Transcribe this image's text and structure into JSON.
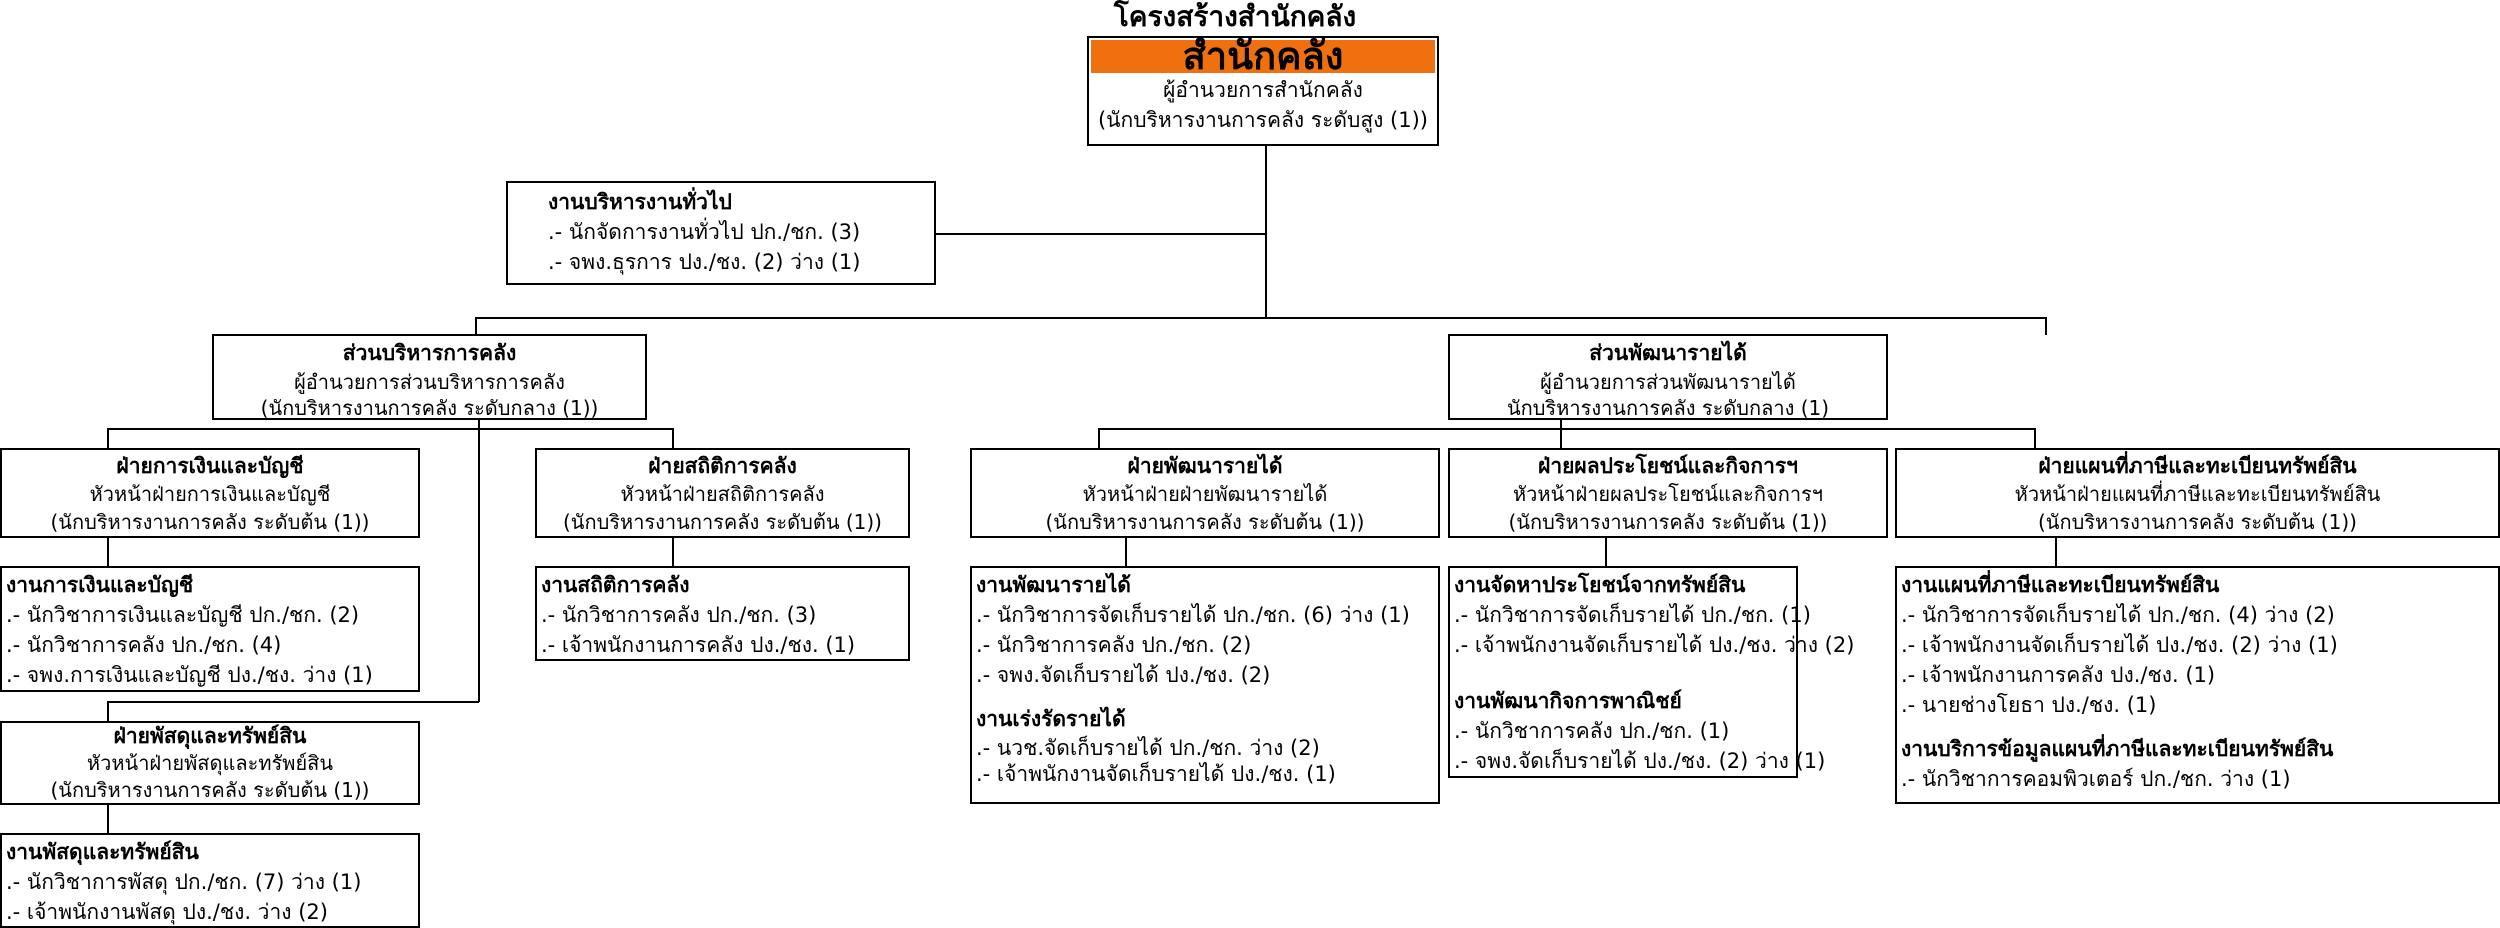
{
  "title": "โครงสร้างสำนักคลัง",
  "top": {
    "banner": "สำนักคลัง",
    "banner_color": "#F07010",
    "line1": "ผู้อำนวยการสำนักคลัง",
    "line2": "(นักบริหารงานการคลัง ระดับสูง (1))"
  },
  "general": {
    "title": "งานบริหารงานทั่วไป",
    "items": [
      ".- นักจัดการงานทั่วไป ปก./ชก. (3)",
      ".- จพง.ธุรการ ปง./ชง. (2) ว่าง (1)"
    ]
  },
  "admin_div": {
    "title": "ส่วนบริหารการคลัง",
    "line1": "ผู้อำนวยการส่วนบริหารการคลัง",
    "line2": "(นักบริหารงานการคลัง ระดับกลาง (1))"
  },
  "revenue_div": {
    "title": "ส่วนพัฒนารายได้",
    "line1": "ผู้อำนวยการส่วนพัฒนารายได้",
    "line2": "นักบริหารงานการคลัง ระดับกลาง (1)"
  },
  "finance": {
    "title": "ฝ่ายการเงินและบัญชี",
    "line1": "หัวหน้าฝ่ายการเงินและบัญชี",
    "line2": "(นักบริหารงานการคลัง ระดับต้น (1))",
    "work_title": "งานการเงินและบัญชี",
    "items": [
      ".- นักวิชาการเงินและบัญชี ปก./ชก. (2)",
      ".- นักวิชาการคลัง ปก./ชก. (4)",
      ".- จพง.การเงินและบัญชี ปง./ชง. ว่าง (1)"
    ]
  },
  "stats": {
    "title": "ฝ่ายสถิติการคลัง",
    "line1": "หัวหน้าฝ่ายสถิติการคลัง",
    "line2": "(นักบริหารงานการคลัง ระดับต้น (1))",
    "work_title": "งานสถิติการคลัง",
    "items": [
      ".- นักวิชาการคลัง ปก./ชก. (3)",
      ".- เจ้าพนักงานการคลัง ปง./ชง. (1)"
    ]
  },
  "supplies": {
    "title": "ฝ่ายพัสดุและทรัพย์สิน",
    "line1": "หัวหน้าฝ่ายพัสดุและทรัพย์สิน",
    "line2": "(นักบริหารงานการคลัง ระดับต้น (1))",
    "work_title": "งานพัสดุและทรัพย์สิน",
    "items": [
      ".- นักวิชาการพัสดุ ปก./ชก. (7) ว่าง (1)",
      ".- เจ้าพนักงานพัสดุ ปง./ชง. ว่าง (2)"
    ]
  },
  "rev_dev": {
    "title": "ฝ่ายพัฒนารายได้",
    "line1": "หัวหน้าฝ่ายฝ่ายพัฒนารายได้",
    "line2": "(นักบริหารงานการคลัง ระดับต้น (1))",
    "work_title": "งานพัฒนารายได้",
    "items": [
      ".- นักวิชาการจัดเก็บรายได้ ปก./ชก. (6) ว่าง (1)",
      ".- นักวิชาการคลัง ปก./ชก. (2)",
      ".- จพง.จัดเก็บรายได้ ปง./ชง. (2)"
    ],
    "work2_title": "งานเร่งรัดรายได้",
    "items2": [
      ".- นวช.จัดเก็บรายได้ ปก./ชก. ว่าง (2)",
      ".- เจ้าพนักงานจัดเก็บรายได้ ปง./ชง. (1)"
    ]
  },
  "benefit": {
    "title": "ฝ่ายผลประโยชน์และกิจการฯ",
    "line1": "หัวหน้าฝ่ายผลประโยชน์และกิจการฯ",
    "line2": "(นักบริหารงานการคลัง ระดับต้น (1))",
    "work_title": "งานจัดหาประโยชน์จากทรัพย์สิน",
    "items": [
      ".- นักวิชาการจัดเก็บรายได้ ปก./ชก. (1)",
      ".- เจ้าพนักงานจัดเก็บรายได้ ปง./ชง. ว่าง (2)"
    ],
    "work2_title": "งานพัฒนากิจการพาณิชย์",
    "items2": [
      ".- นักวิชาการคลัง ปก./ชก. (1)",
      ".- จพง.จัดเก็บรายได้ ปง./ชง. (2) ว่าง (1)"
    ]
  },
  "taxmap": {
    "title": "ฝ่ายแผนที่ภาษีและทะเบียนทรัพย์สิน",
    "line1": "หัวหน้าฝ่ายแผนที่ภาษีและทะเบียนทรัพย์สิน",
    "line2": "(นักบริหารงานการคลัง ระดับต้น (1))",
    "work_title": "งานแผนที่ภาษีและทะเบียนทรัพย์สิน",
    "items": [
      ".- นักวิชาการจัดเก็บรายได้ ปก./ชก. (4) ว่าง (2)",
      ".- เจ้าพนักงานจัดเก็บรายได้ ปง./ชง. (2) ว่าง (1)",
      ".- เจ้าพนักงานการคลัง ปง./ชง. (1)",
      ".- นายช่างโยธา ปง./ชง. (1)"
    ],
    "work2_title": "งานบริการข้อมูลแผนที่ภาษีและทะเบียนทรัพย์สิน",
    "items2": [
      ".- นักวิชาการคอมพิวเตอร์ ปก./ชก. ว่าง (1)"
    ]
  }
}
